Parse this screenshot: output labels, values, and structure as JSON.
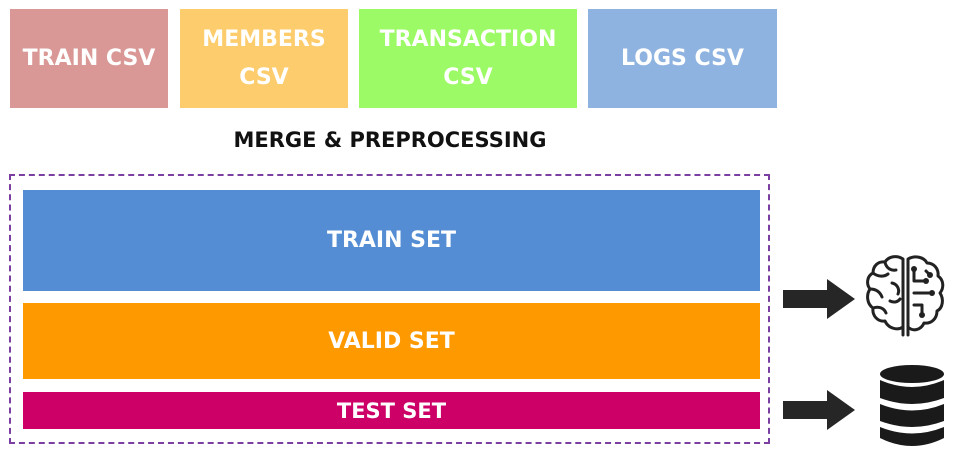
{
  "sources": [
    {
      "lines": [
        "TRAIN CSV"
      ],
      "color": "#d99795"
    },
    {
      "lines": [
        "MEMBERS",
        "CSV"
      ],
      "color": "#fdcc6d"
    },
    {
      "lines": [
        "TRANSACTION",
        "CSV"
      ],
      "color": "#9dfa67"
    },
    {
      "lines": [
        "LOGS CSV"
      ],
      "color": "#8fb3e0"
    }
  ],
  "process_title": "MERGE & PREPROCESSING",
  "sets": {
    "train": {
      "label": "TRAIN SET",
      "color": "#548dd4"
    },
    "valid": {
      "label": "VALID SET",
      "color": "#ff9900"
    },
    "test": {
      "label": "TEST SET",
      "color": "#cc0066"
    }
  },
  "icons": {
    "model": "brain-ai-icon",
    "storage": "database-icon"
  },
  "frame_color": "#7a3fa0",
  "arrow_color": "#262626"
}
